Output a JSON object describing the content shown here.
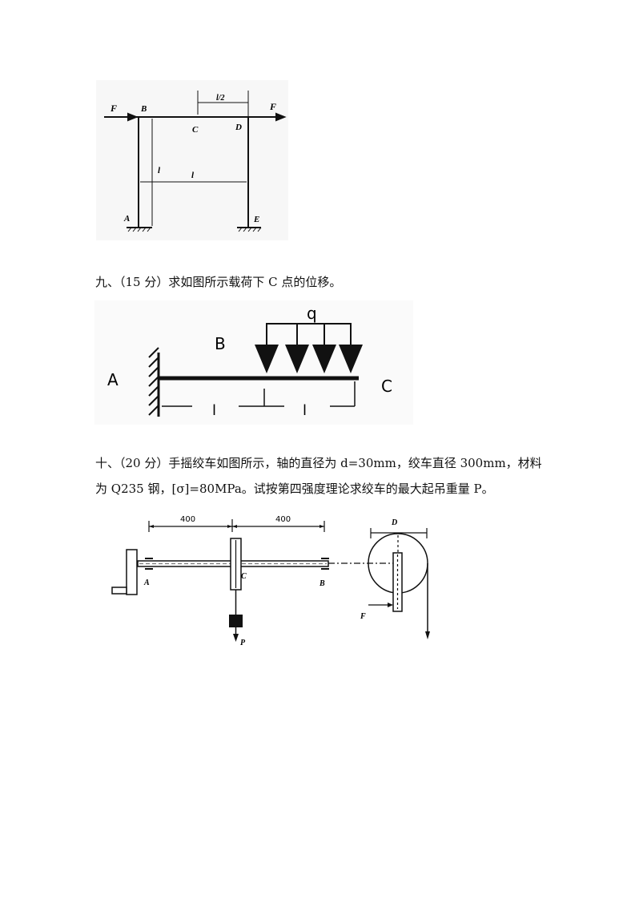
{
  "figure_frame": {
    "labels": {
      "F_left": "F",
      "B": "B",
      "C": "C",
      "D": "D",
      "F_right": "F",
      "half_l": "l/2",
      "l_vertical": "l",
      "l_horizontal": "l",
      "A": "A",
      "E": "E"
    }
  },
  "question9": {
    "text": "九、（15 分）求如图所示载荷下 C 点的位移。",
    "figure": {
      "q": "q",
      "A": "A",
      "B": "B",
      "C": "C",
      "l1": "l",
      "l2": "l"
    }
  },
  "question10": {
    "line1": "十、（20 分）手摇绞车如图所示，轴的直径为 d=30mm，绞车直径 300mm，材料",
    "line2": "为 Q235 钢，[σ]=80MPa。试按第四强度理论求绞车的最大起吊重量 P。",
    "figure": {
      "dim1": "400",
      "dim2": "400",
      "A": "A",
      "B": "B",
      "C": "C",
      "P": "P",
      "D": "D",
      "F": "F"
    }
  }
}
